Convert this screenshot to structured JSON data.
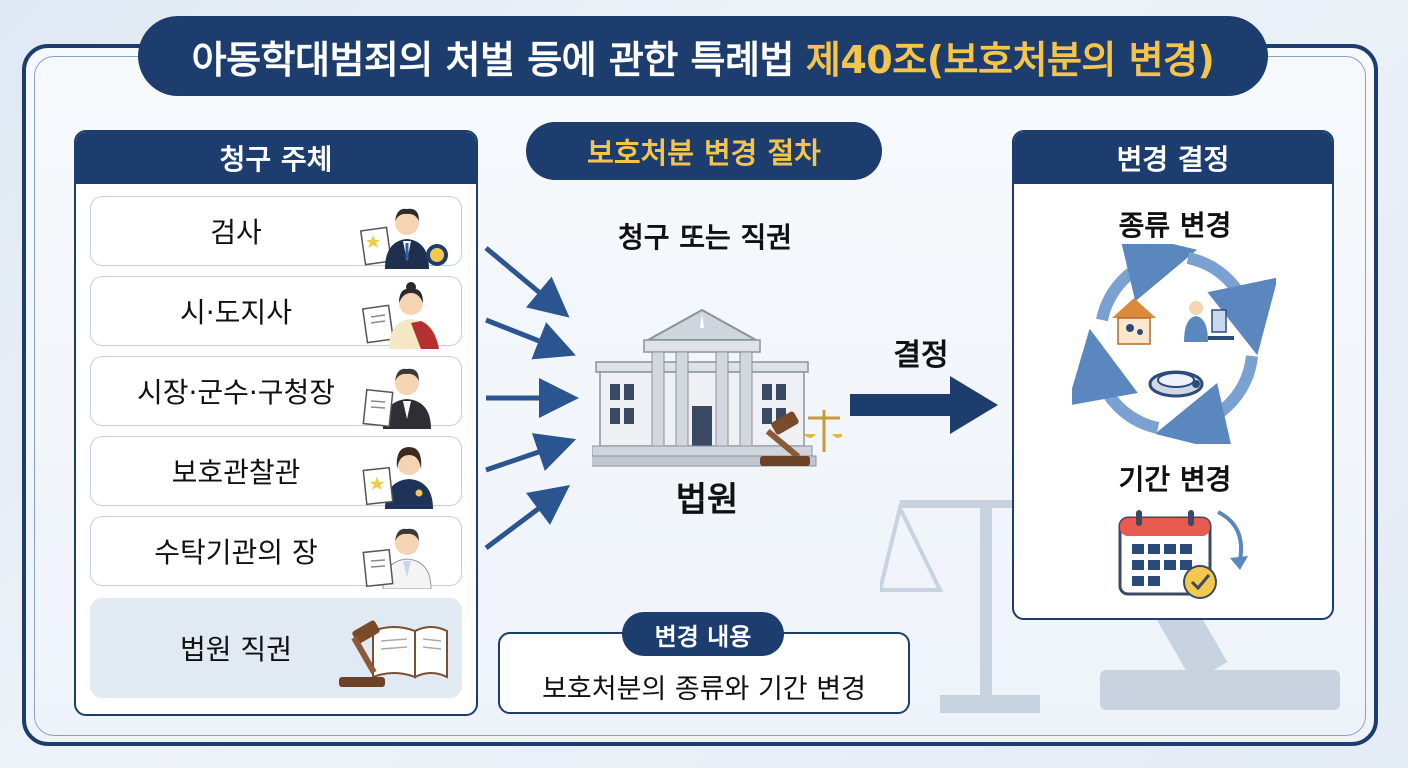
{
  "title": {
    "main": "아동학대범죄의 처벌 등에 관한 특례법",
    "highlight": "제40조(보호처분의 변경)"
  },
  "left_panel": {
    "heading": "청구 주체",
    "items": [
      {
        "label": "검사",
        "icon": "prosecutor-icon"
      },
      {
        "label": "시·도지사",
        "icon": "governor-icon"
      },
      {
        "label": "시장·군수·구청장",
        "icon": "mayor-icon"
      },
      {
        "label": "보호관찰관",
        "icon": "probation-officer-icon"
      },
      {
        "label": "수탁기관의 장",
        "icon": "institution-head-icon"
      },
      {
        "label": "법원 직권",
        "icon": "gavel-book-icon"
      }
    ]
  },
  "center": {
    "procedure_title": "보호처분 변경 절차",
    "trigger": "청구 또는 직권",
    "court": "법원",
    "decision": "결정",
    "content_tag": "변경 내용",
    "content_text": "보호처분의 종류와 기간 변경"
  },
  "right_panel": {
    "heading": "변경 결정",
    "type_change": "종류 변경",
    "period_change": "기간 변경"
  },
  "colors": {
    "navy": "#1c3d6e",
    "gold": "#f5c44a",
    "arrow_blue": "#2b5591"
  }
}
